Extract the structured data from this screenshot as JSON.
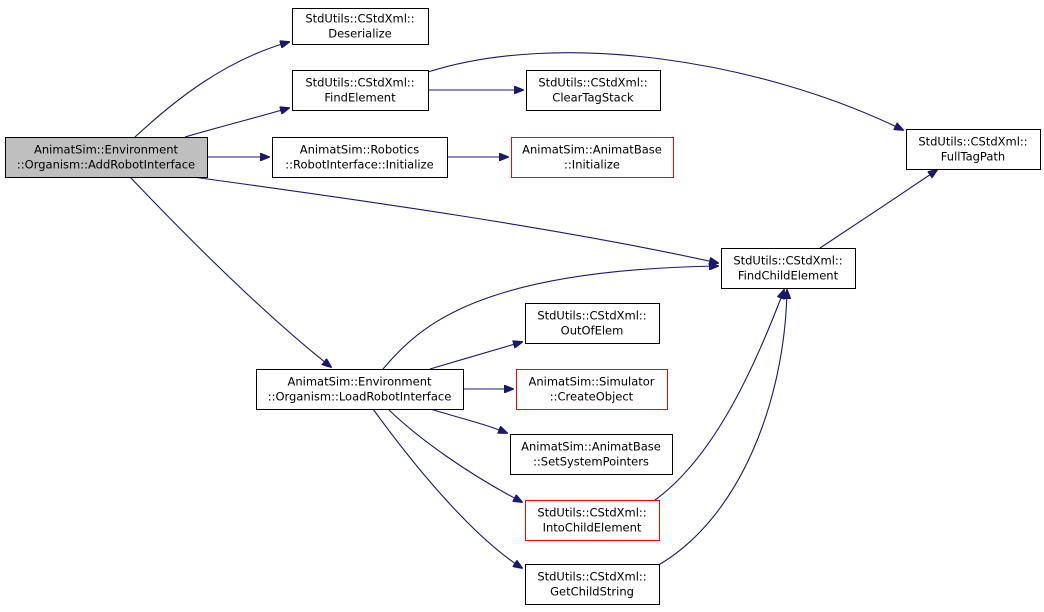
{
  "colors": {
    "edge": "#191970",
    "border_normal": "#000000",
    "border_truncated": "#ff0000",
    "fill_normal": "#ffffff",
    "fill_root": "#bfbfbf"
  },
  "nodes": [
    {
      "id": "add",
      "lines": [
        "AnimatSim::Environment",
        "::Organism::AddRobotInterface"
      ],
      "kind": "root"
    },
    {
      "id": "deser",
      "lines": [
        "StdUtils::CStdXml::",
        "Deserialize"
      ],
      "kind": "normal"
    },
    {
      "id": "findel",
      "lines": [
        "StdUtils::CStdXml::",
        "FindElement"
      ],
      "kind": "normal"
    },
    {
      "id": "cleartag",
      "lines": [
        "StdUtils::CStdXml::",
        "ClearTagStack"
      ],
      "kind": "normal"
    },
    {
      "id": "fulltag",
      "lines": [
        "StdUtils::CStdXml::",
        "FullTagPath"
      ],
      "kind": "normal"
    },
    {
      "id": "robinit",
      "lines": [
        "AnimatSim::Robotics",
        "::RobotInterface::Initialize"
      ],
      "kind": "normal"
    },
    {
      "id": "abinit",
      "lines": [
        "AnimatSim::AnimatBase",
        "::Initialize"
      ],
      "kind": "truncated"
    },
    {
      "id": "findchild",
      "lines": [
        "StdUtils::CStdXml::",
        "FindChildElement"
      ],
      "kind": "normal"
    },
    {
      "id": "load",
      "lines": [
        "AnimatSim::Environment",
        "::Organism::LoadRobotInterface"
      ],
      "kind": "normal"
    },
    {
      "id": "outof",
      "lines": [
        "StdUtils::CStdXml::",
        "OutOfElem"
      ],
      "kind": "normal"
    },
    {
      "id": "create",
      "lines": [
        "AnimatSim::Simulator",
        "::CreateObject"
      ],
      "kind": "truncated"
    },
    {
      "id": "setsys",
      "lines": [
        "AnimatSim::AnimatBase",
        "::SetSystemPointers"
      ],
      "kind": "normal"
    },
    {
      "id": "intochild",
      "lines": [
        "StdUtils::CStdXml::",
        "IntoChildElement"
      ],
      "kind": "truncated"
    },
    {
      "id": "getchild",
      "lines": [
        "StdUtils::CStdXml::",
        "GetChildString"
      ],
      "kind": "normal"
    }
  ],
  "edges": [
    {
      "from": "add",
      "to": "deser"
    },
    {
      "from": "add",
      "to": "findel"
    },
    {
      "from": "add",
      "to": "robinit"
    },
    {
      "from": "add",
      "to": "findchild"
    },
    {
      "from": "add",
      "to": "load"
    },
    {
      "from": "findel",
      "to": "cleartag"
    },
    {
      "from": "findel",
      "to": "fulltag"
    },
    {
      "from": "robinit",
      "to": "abinit"
    },
    {
      "from": "findchild",
      "to": "fulltag"
    },
    {
      "from": "load",
      "to": "findchild"
    },
    {
      "from": "load",
      "to": "outof"
    },
    {
      "from": "load",
      "to": "create"
    },
    {
      "from": "load",
      "to": "setsys"
    },
    {
      "from": "load",
      "to": "intochild"
    },
    {
      "from": "load",
      "to": "getchild"
    },
    {
      "from": "intochild",
      "to": "findchild"
    },
    {
      "from": "getchild",
      "to": "findchild"
    }
  ]
}
